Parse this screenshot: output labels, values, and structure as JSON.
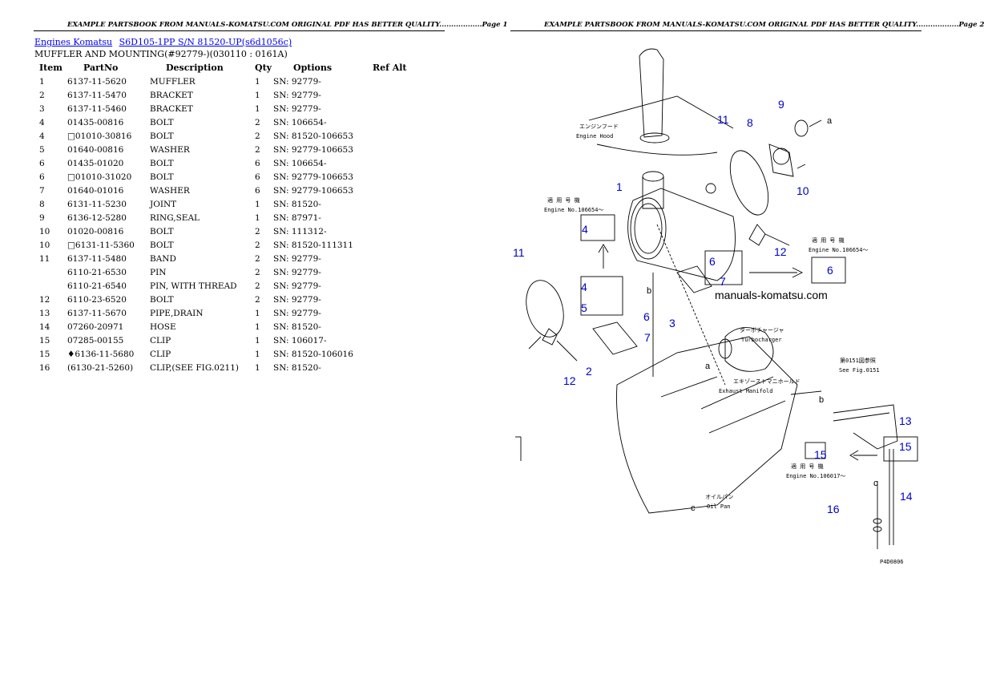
{
  "page1": {
    "header": "EXAMPLE PARTSBOOK FROM MANUALS-KOMATSU.COM ORIGINAL PDF HAS BETTER QUALITY..................Page 1",
    "breadcrumb": [
      {
        "label": "Engines Komatsu"
      },
      {
        "label": "S6D105-1PP S/N 81520-UP(s6d1056c)"
      }
    ],
    "subtitle": "MUFFLER AND MOUNTING(#92779-)(030110 : 0161A)",
    "columns": [
      "Item",
      "PartNo",
      "Description",
      "Qty",
      "Options",
      "Ref Alt"
    ],
    "rows": [
      {
        "item": "1",
        "part": "6137-11-5620",
        "desc": "MUFFLER",
        "qty": "1",
        "opt": "SN: 92779-",
        "ref": ""
      },
      {
        "item": "2",
        "part": "6137-11-5470",
        "desc": "BRACKET",
        "qty": "1",
        "opt": "SN: 92779-",
        "ref": ""
      },
      {
        "item": "3",
        "part": "6137-11-5460",
        "desc": "BRACKET",
        "qty": "1",
        "opt": "SN: 92779-",
        "ref": ""
      },
      {
        "item": "4",
        "part": "01435-00816",
        "desc": "BOLT",
        "qty": "2",
        "opt": "SN: 106654-",
        "ref": ""
      },
      {
        "item": "4",
        "part": "□01010-30816",
        "desc": "BOLT",
        "qty": "2",
        "opt": "SN: 81520-106653",
        "ref": ""
      },
      {
        "item": "5",
        "part": "01640-00816",
        "desc": "WASHER",
        "qty": "2",
        "opt": "SN: 92779-106653",
        "ref": ""
      },
      {
        "item": "6",
        "part": "01435-01020",
        "desc": "BOLT",
        "qty": "6",
        "opt": "SN: 106654-",
        "ref": ""
      },
      {
        "item": "6",
        "part": "□01010-31020",
        "desc": "BOLT",
        "qty": "6",
        "opt": "SN: 92779-106653",
        "ref": ""
      },
      {
        "item": "7",
        "part": "01640-01016",
        "desc": "WASHER",
        "qty": "6",
        "opt": "SN: 92779-106653",
        "ref": ""
      },
      {
        "item": "8",
        "part": "6131-11-5230",
        "desc": "JOINT",
        "qty": "1",
        "opt": "SN: 81520-",
        "ref": ""
      },
      {
        "item": "9",
        "part": "6136-12-5280",
        "desc": "RING,SEAL",
        "qty": "1",
        "opt": "SN: 87971-",
        "ref": ""
      },
      {
        "item": "10",
        "part": "01020-00816",
        "desc": "BOLT",
        "qty": "2",
        "opt": "SN: 111312-",
        "ref": ""
      },
      {
        "item": "10",
        "part": "□6131-11-5360",
        "desc": "BOLT",
        "qty": "2",
        "opt": "SN: 81520-111311",
        "ref": ""
      },
      {
        "item": "11",
        "part": "6137-11-5480",
        "desc": "BAND",
        "qty": "2",
        "opt": "SN: 92779-",
        "ref": ""
      },
      {
        "item": "",
        "part": "6110-21-6530",
        "desc": "PIN",
        "qty": "2",
        "opt": "SN: 92779-",
        "ref": ""
      },
      {
        "item": "",
        "part": "6110-21-6540",
        "desc": "PIN, WITH THREAD",
        "qty": "2",
        "opt": "SN: 92779-",
        "ref": ""
      },
      {
        "item": "12",
        "part": "6110-23-6520",
        "desc": "BOLT",
        "qty": "2",
        "opt": "SN: 92779-",
        "ref": ""
      },
      {
        "item": "13",
        "part": "6137-11-5670",
        "desc": "PIPE,DRAIN",
        "qty": "1",
        "opt": "SN: 92779-",
        "ref": ""
      },
      {
        "item": "14",
        "part": "07260-20971",
        "desc": "HOSE",
        "qty": "1",
        "opt": "SN: 81520-",
        "ref": ""
      },
      {
        "item": "15",
        "part": "07285-00155",
        "desc": "CLIP",
        "qty": "1",
        "opt": "SN: 106017-",
        "ref": ""
      },
      {
        "item": "15",
        "part": "♦6136-11-5680",
        "desc": "CLIP",
        "qty": "1",
        "opt": "SN: 81520-106016",
        "ref": ""
      },
      {
        "item": "16",
        "part": "(6130-21-5260)",
        "desc": "CLIP,(SEE FIG.0211)",
        "qty": "1",
        "opt": "SN: 81520-",
        "ref": ""
      }
    ]
  },
  "page2": {
    "header": "EXAMPLE PARTSBOOK FROM MANUALS-KOMATSU.COM ORIGINAL PDF HAS BETTER QUALITY..................Page 2",
    "watermark": "manuals-komatsu.com",
    "callouts": [
      "1",
      "2",
      "3",
      "4",
      "5",
      "6",
      "7",
      "8",
      "9",
      "10",
      "11",
      "11",
      "12",
      "12",
      "13",
      "14",
      "15",
      "16",
      "4",
      "5",
      "6",
      "7",
      "6",
      "15"
    ],
    "letters": [
      "a",
      "a",
      "b",
      "b",
      "c",
      "c"
    ],
    "labels": {
      "engine_hood_jp": "エンジンフード",
      "engine_hood": "Engine Hood",
      "applied_jp_1": "適 用 号 機",
      "engine_no_1": "Engine No.106654～",
      "applied_jp_2": "適 用 号 機",
      "engine_no_2": "Engine No.106654～",
      "turbo_jp": "ターボチャージャ",
      "turbo": "Turbocharger",
      "manifold_jp": "エキゾーストマニホールド",
      "manifold": "Exhaust Manifold",
      "see_fig_jp": "第0151図参照",
      "see_fig": "See Fig.0151",
      "applied_jp_3": "適 用 号 機",
      "engine_no_3": "Engine No.106017～",
      "oil_pan_jp": "オイルパン",
      "oil_pan": "Oil Pan",
      "fig_code": "P4D0806"
    }
  }
}
